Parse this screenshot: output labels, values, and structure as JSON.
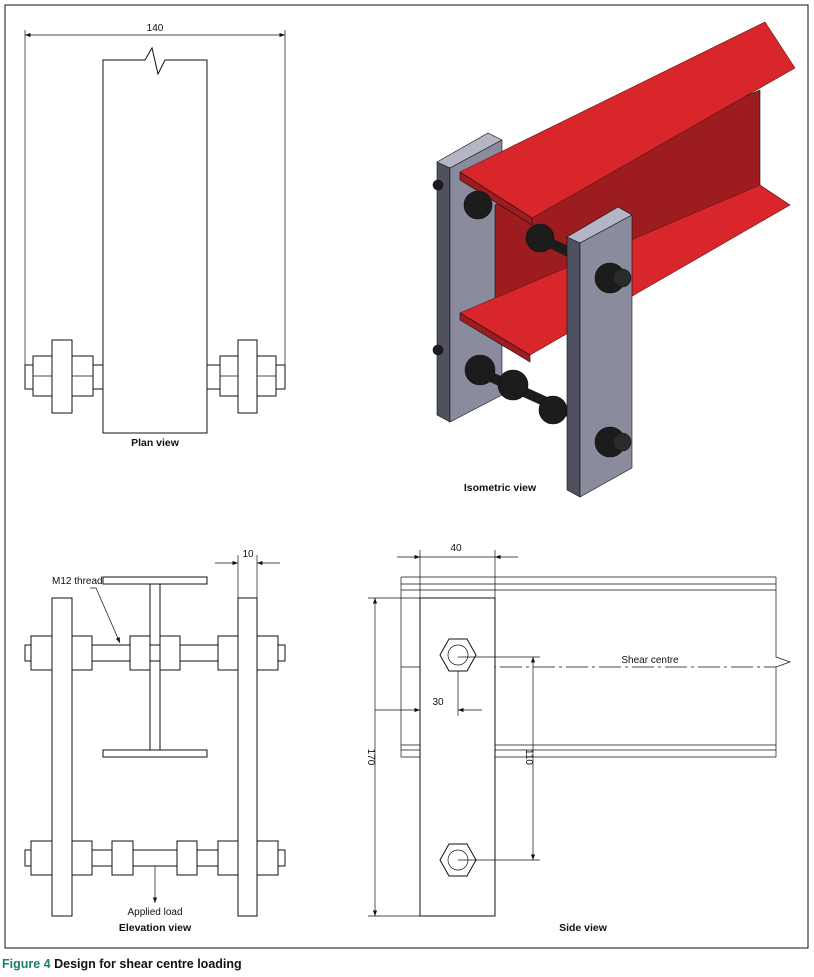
{
  "plan_view": {
    "title": "Plan view",
    "dim_width": "140"
  },
  "isometric_view": {
    "title": "Isometric view"
  },
  "elevation_view": {
    "title": "Elevation view",
    "dim_plate": "10",
    "thread_label": "M12 thread",
    "load_label": "Applied load"
  },
  "side_view": {
    "title": "Side view",
    "dim_plate_width": "40",
    "dim_bolt_edge": "30",
    "dim_plate_height": "170",
    "dim_bolt_spacing": "110",
    "shear_centre_label": "Shear centre"
  },
  "caption": {
    "figure": "Figure 4",
    "text": "Design for shear centre loading"
  },
  "colors": {
    "beam": "#d8262b",
    "beam_dark": "#9c1c20",
    "plate": "#8a8c9e",
    "nut": "#1c1c1c",
    "caption_accent": "#1b7f6e"
  }
}
